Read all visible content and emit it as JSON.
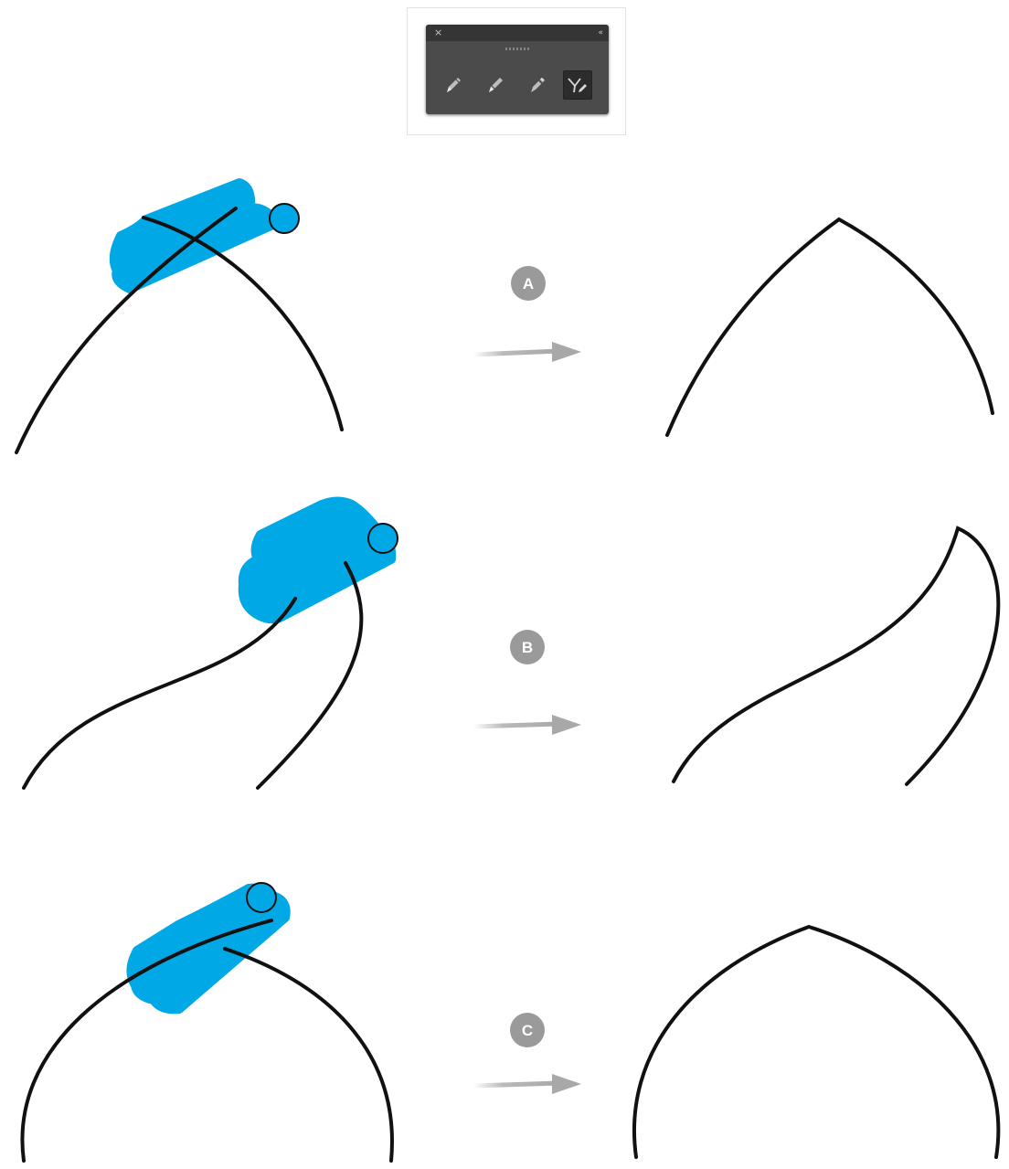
{
  "panel": {
    "close_glyph": "×",
    "collapse_glyph": "«",
    "tools": [
      {
        "name": "pencil-icon",
        "selected": false
      },
      {
        "name": "smooth-icon",
        "selected": false
      },
      {
        "name": "path-eraser-icon",
        "selected": false
      },
      {
        "name": "join-icon",
        "selected": true
      }
    ]
  },
  "steps": [
    {
      "label": "A"
    },
    {
      "label": "B"
    },
    {
      "label": "C"
    }
  ],
  "colors": {
    "stroke": "#111111",
    "highlight": "#00a8e6",
    "badge": "#9a9a9a",
    "arrow": "#a8a8a8",
    "panel_bg": "#4b4b4b",
    "panel_titlebar": "#353535"
  }
}
